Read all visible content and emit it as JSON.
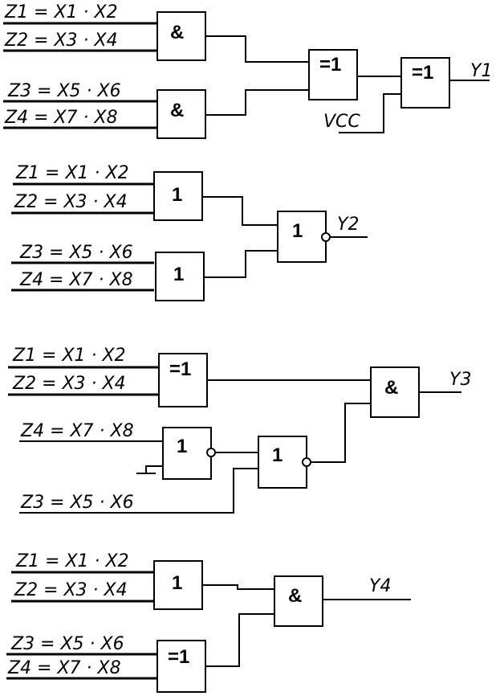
{
  "circuit1": {
    "inputs": [
      "Z1 = X1 · X2",
      "Z2 = X3 · X4",
      "Z3 = X5 · X6",
      "Z4 = X7 · X8"
    ],
    "gate_a": "&",
    "gate_b": "&",
    "gate_c": "=1",
    "gate_d": "=1",
    "vcc": "VCC",
    "output": "Y1"
  },
  "circuit2": {
    "inputs": [
      "Z1 = X1 · X2",
      "Z2 = X3 · X4",
      "Z3 = X5 · X6",
      "Z4 = X7 · X8"
    ],
    "gate_a": "1",
    "gate_b": "1",
    "gate_c": "1",
    "output": "Y2"
  },
  "circuit3": {
    "inputs": [
      "Z1 = X1 · X2",
      "Z2 = X3 · X4",
      "Z4 = X7 · X8",
      "Z3 = X5 · X6"
    ],
    "gate_a": "=1",
    "gate_b": "1",
    "gate_c": "1",
    "gate_d": "&",
    "output": "Y3"
  },
  "circuit4": {
    "inputs": [
      "Z1 = X1 · X2",
      "Z2 = X3 · X4",
      "Z3 = X5 · X6",
      "Z4 = X7 · X8"
    ],
    "gate_a": "1",
    "gate_b": "=1",
    "gate_c": "&",
    "output": "Y4"
  }
}
